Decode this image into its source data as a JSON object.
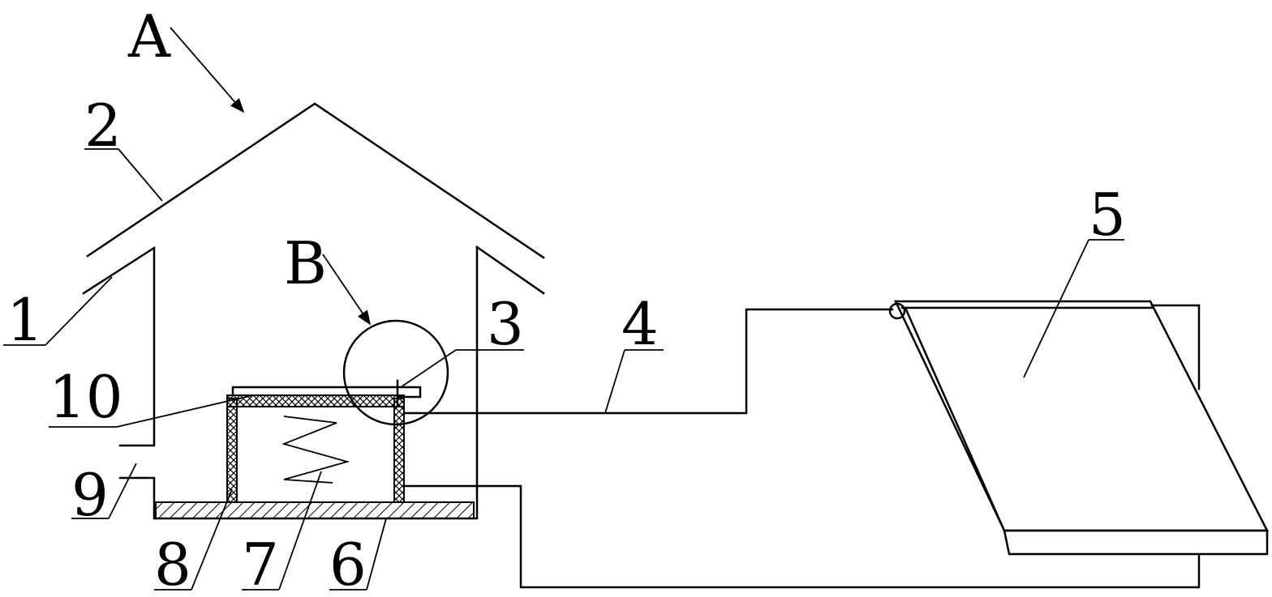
{
  "labels": {
    "view_a": "A",
    "detail_b": "B",
    "n1": "1",
    "n2": "2",
    "n3": "3",
    "n4": "4",
    "n5": "5",
    "n6": "6",
    "n7": "7",
    "n8": "8",
    "n9": "9",
    "n10": "10"
  },
  "colors": {
    "line": "#000000",
    "background": "#ffffff"
  }
}
